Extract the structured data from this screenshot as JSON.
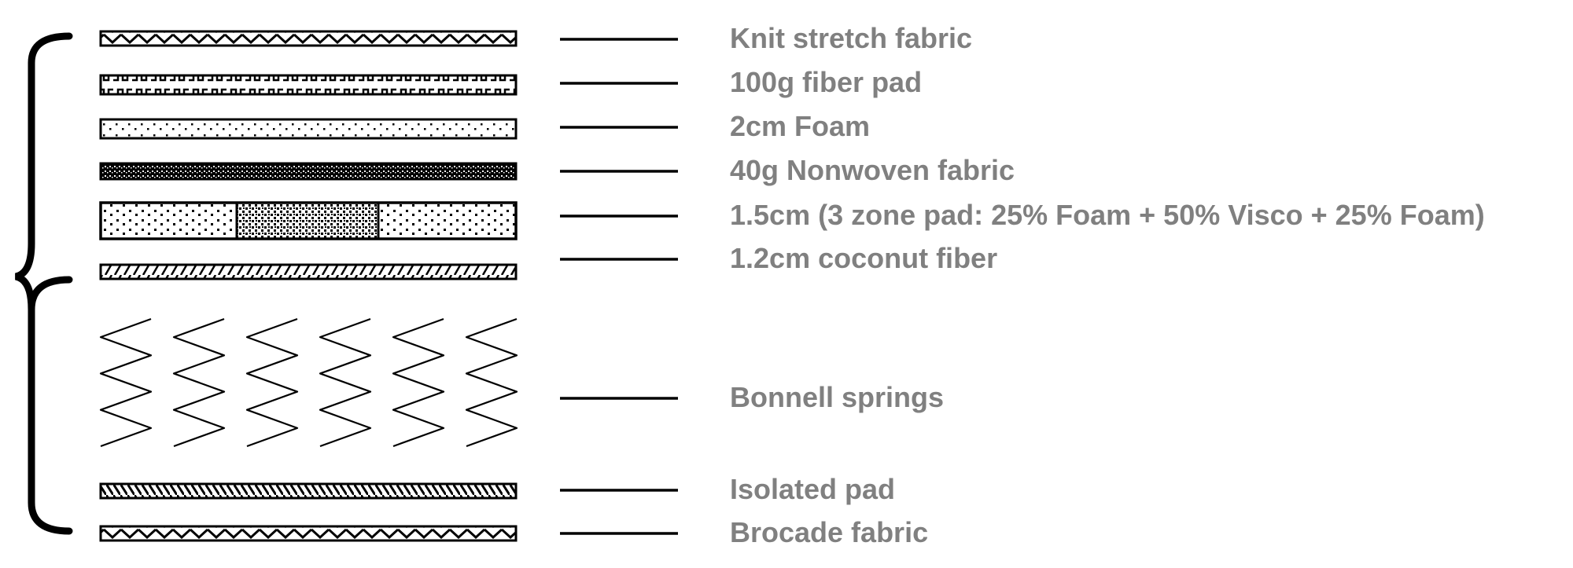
{
  "colors": {
    "text": "#808080",
    "line": "#000000",
    "background": "#ffffff"
  },
  "layers": [
    {
      "id": "knit",
      "label": "Knit stretch fabric",
      "pattern": "zigzag-weave"
    },
    {
      "id": "fiber",
      "label": "100g fiber pad",
      "pattern": "wavy-fiber"
    },
    {
      "id": "foam2",
      "label": "2cm Foam",
      "pattern": "sparse-dots"
    },
    {
      "id": "nonwoven",
      "label": "40g Nonwoven fabric",
      "pattern": "dense-speckle"
    },
    {
      "id": "zone",
      "label": "1.5cm (3 zone pad: 25% Foam + 50% Visco + 25% Foam)",
      "pattern": "three-zone"
    },
    {
      "id": "coconut",
      "label": "1.2cm coconut fiber",
      "pattern": "diagonal-hatch"
    },
    {
      "id": "springs",
      "label": "Bonnell springs",
      "pattern": "zigzag-springs",
      "spring_count": 6
    },
    {
      "id": "isolated",
      "label": "Isolated pad",
      "pattern": "dense-hatch"
    },
    {
      "id": "brocade",
      "label": "Brocade fabric",
      "pattern": "zigzag-weave"
    }
  ]
}
